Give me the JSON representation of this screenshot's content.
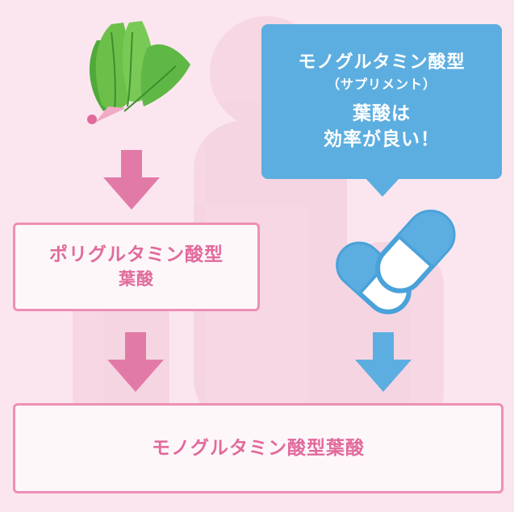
{
  "colors": {
    "pink": "#e16a9b",
    "pink_arrow": "#e27aa8",
    "pink_border": "#ee8fb4",
    "blue": "#5daee0",
    "background": "#fbe6ef",
    "box_fill": "#fdf7fa",
    "leaf_green": "#6cc04a"
  },
  "icons": {
    "vegetable": "leafy-vegetable-icon",
    "capsules": "capsule-supplement-icon"
  },
  "bubble": {
    "line1": "モノグルタミン酸型",
    "line2": "（サプリメント）",
    "line3": "葉酸は",
    "line4": "効率が良い！"
  },
  "poly_box": {
    "line1": "ポリグルタミン酸型",
    "line2": "葉酸"
  },
  "mono_box": {
    "label": "モノグルタミン酸型葉酸"
  }
}
